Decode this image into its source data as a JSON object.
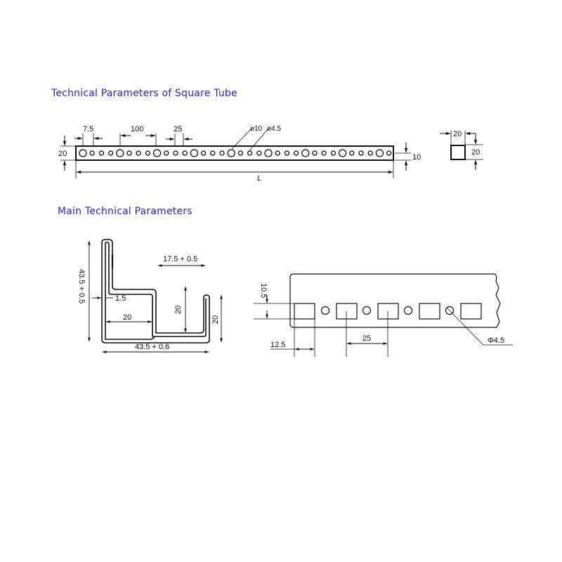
{
  "headings": {
    "square_tube": "Technical Parameters of Square Tube",
    "main": "Main Technical Parameters"
  },
  "colors": {
    "heading": "#2a1fd6",
    "line": "#111111",
    "background": "#ffffff"
  },
  "square_tube_strip": {
    "dims": {
      "hole_offset": "7.5",
      "large_pitch": "100",
      "small_pitch": "25",
      "height": "20",
      "hole_center_height": "10",
      "length": "L",
      "large_hole": "ø10",
      "small_hole": "ø4.5"
    },
    "large_hole_count": 9,
    "small_holes_between": 3
  },
  "square_section": {
    "width": "20",
    "height": "20"
  },
  "profile_section": {
    "dims": {
      "total_height": "43.5 + 0.5",
      "top_width": "17.5 + 0.5",
      "thickness": "1.5",
      "inner_width": "20",
      "inner_height": "20",
      "lip_height": "20",
      "total_width": "43.5 + 0.6"
    }
  },
  "rail_detail": {
    "dims": {
      "slot_height": "10.5",
      "edge_offset": "12.5",
      "pitch": "25",
      "round_hole": "Φ4.5"
    }
  }
}
